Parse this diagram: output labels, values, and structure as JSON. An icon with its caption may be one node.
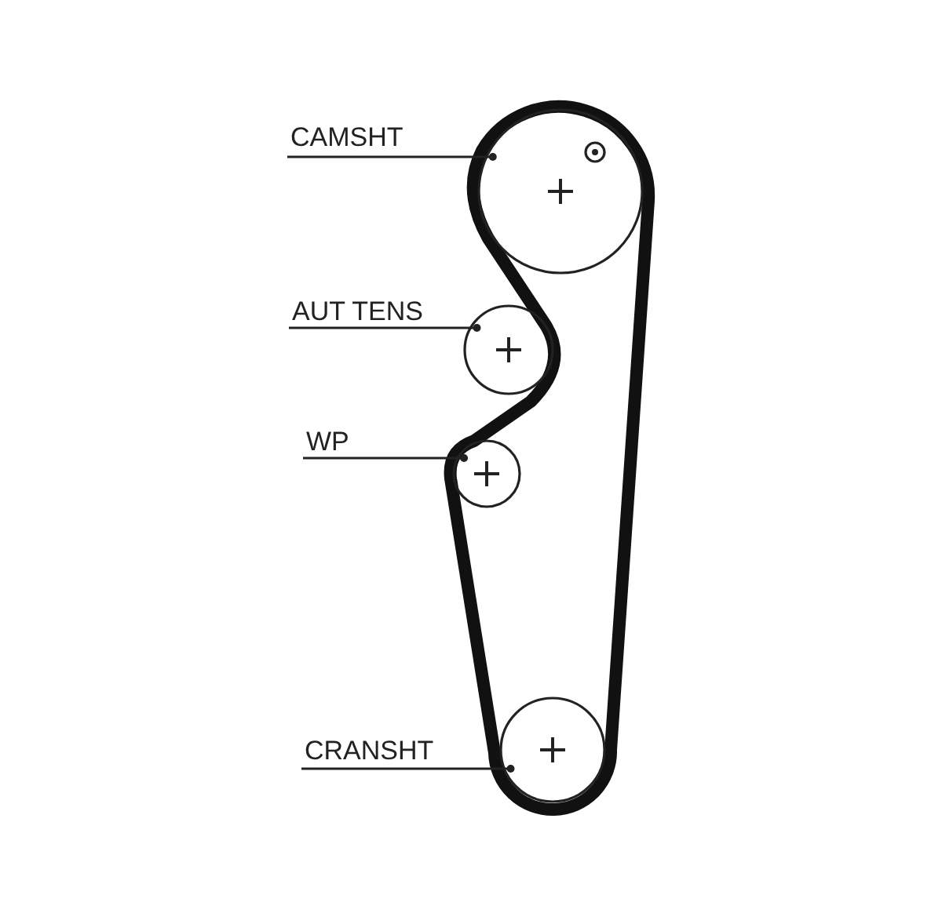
{
  "diagram": {
    "nodes": [
      {
        "text": [
          "CAMSHT"
        ]
      },
      {
        "text": [],
        "shape": "circle"
      },
      {
        "text": [
          "AUT TENS"
        ]
      },
      {
        "text": [],
        "shape": "circle"
      },
      {
        "text": [
          "WP"
        ]
      },
      {
        "text": [],
        "shape": "circle"
      },
      {
        "text": [
          "CRANSHT"
        ]
      },
      {
        "text": [],
        "shape": "circle"
      }
    ],
    "edges": [
      {
        "from": 0,
        "to": 1,
        "arrow": "other"
      },
      {
        "from": 2,
        "to": 3,
        "arrow": "other"
      },
      {
        "from": 4,
        "to": 5,
        "arrow": "other"
      },
      {
        "from": 6,
        "to": 7,
        "arrow": "other"
      }
    ]
  }
}
